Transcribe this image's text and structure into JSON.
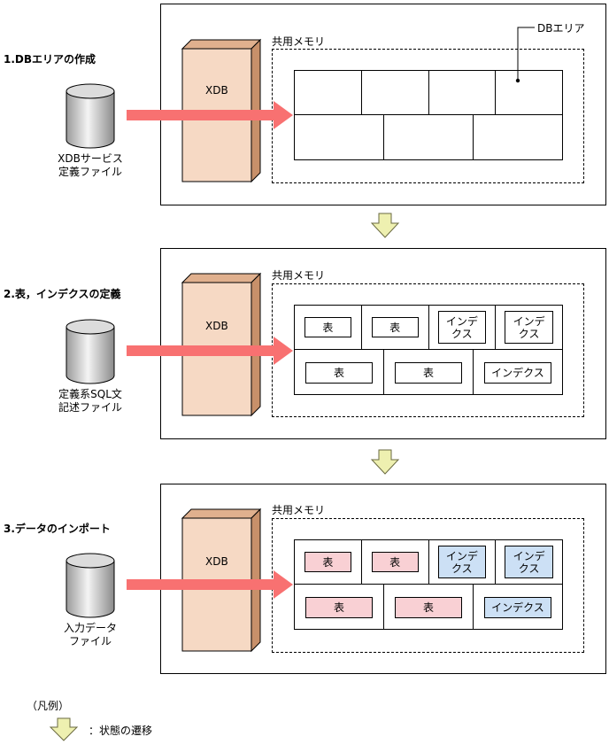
{
  "steps": [
    {
      "title": "1.DBエリアの作成",
      "file_caption": "XDBサービス\n定義ファイル",
      "xdb_label": "XDB",
      "memory_label": "共用メモリ",
      "callout": "DBエリア",
      "row1": [
        [],
        [],
        [],
        []
      ],
      "row2": [
        [],
        [],
        []
      ]
    },
    {
      "title": "2.表，インデクスの定義",
      "file_caption": "定義系SQL文\n記述ファイル",
      "xdb_label": "XDB",
      "memory_label": "共用メモリ",
      "row1": [
        {
          "kind": "table",
          "label": "表"
        },
        {
          "kind": "table",
          "label": "表"
        },
        {
          "kind": "index",
          "label": "インデ\nクス"
        },
        {
          "kind": "index",
          "label": "インデ\nクス"
        }
      ],
      "row2": [
        {
          "kind": "table",
          "label": "表"
        },
        {
          "kind": "table",
          "label": "表"
        },
        {
          "kind": "index",
          "label": "インデクス"
        }
      ]
    },
    {
      "title": "3.データのインポート",
      "file_caption": "入力データ\nファイル",
      "xdb_label": "XDB",
      "memory_label": "共用メモリ",
      "row1": [
        {
          "kind": "table",
          "label": "表"
        },
        {
          "kind": "table",
          "label": "表"
        },
        {
          "kind": "index",
          "label": "インデ\nクス"
        },
        {
          "kind": "index",
          "label": "インデ\nクス"
        }
      ],
      "row2": [
        {
          "kind": "table",
          "label": "表"
        },
        {
          "kind": "table",
          "label": "表"
        },
        {
          "kind": "index",
          "label": "インデクス"
        }
      ]
    }
  ],
  "legend": {
    "heading": "（凡例）",
    "transition_label": "：状態の遷移"
  },
  "colors": {
    "arrow": "#f87171",
    "xdb_face": "#f6d9c4",
    "xdb_side": "#c8906a",
    "transition_arrow": "#eef0b0",
    "table_fill": "#f9d0d4",
    "index_fill": "#cce0f5",
    "cylinder": "#c8c8c8"
  }
}
